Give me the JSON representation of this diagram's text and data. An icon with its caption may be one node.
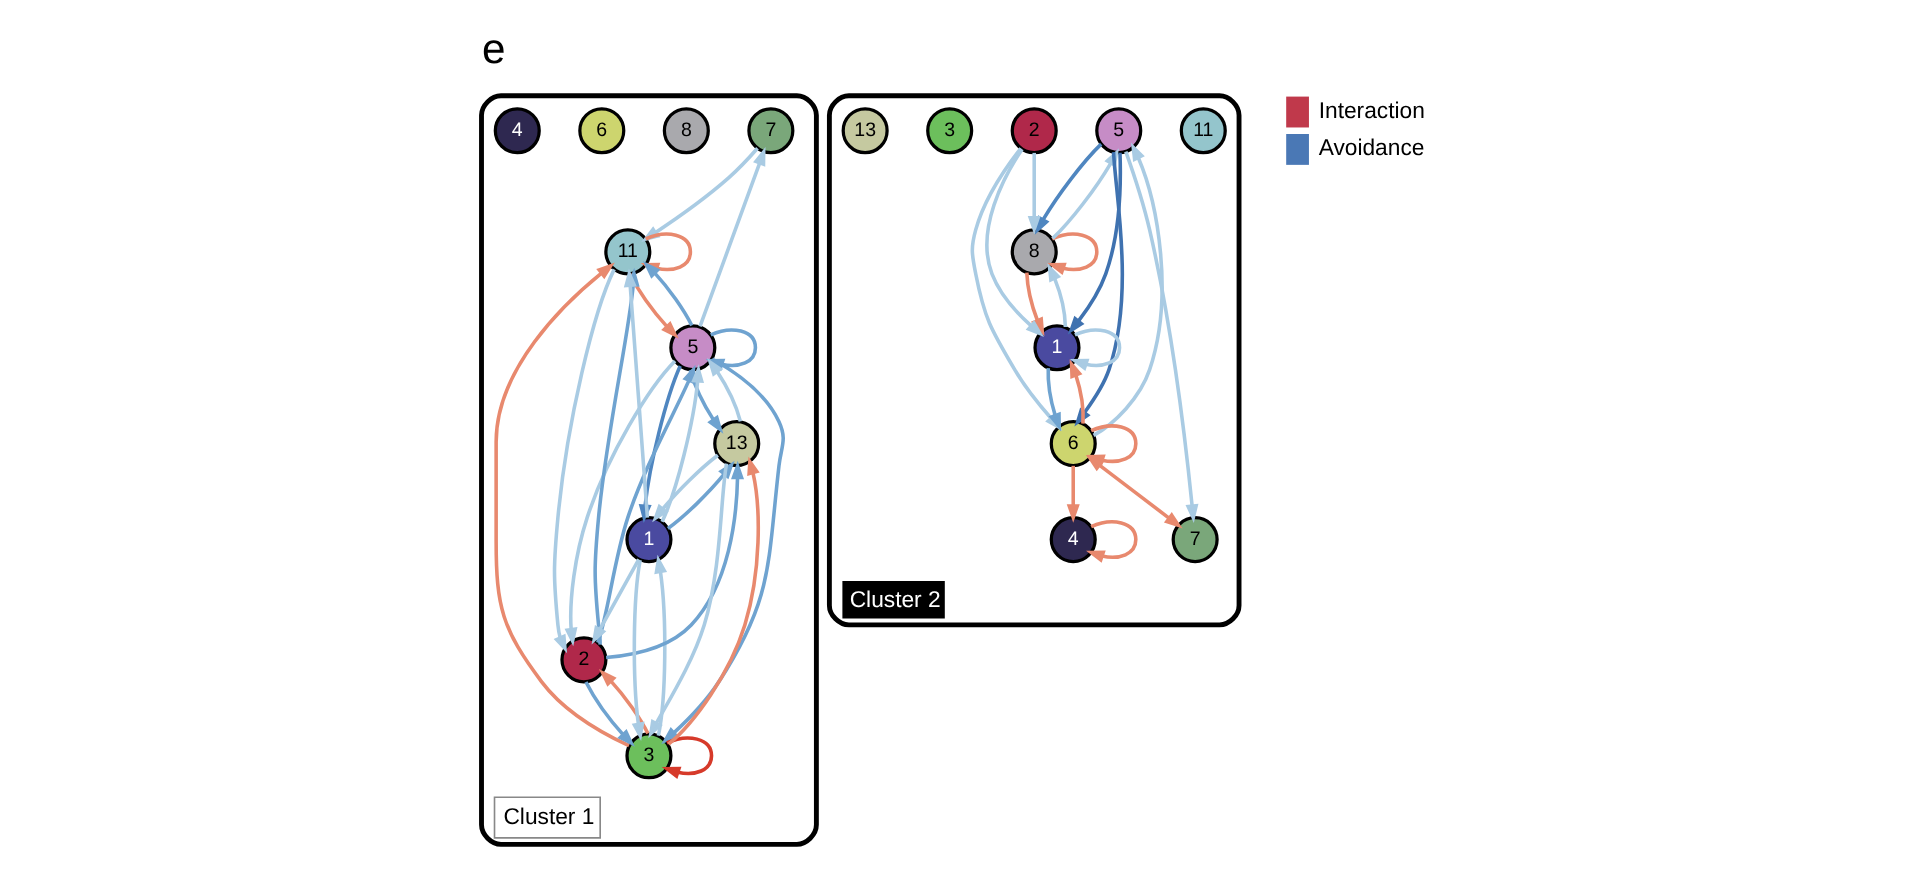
{
  "diagram": {
    "title": "e",
    "nodes": [
      {
        "text": [
          "Cluster 1"
        ]
      },
      {
        "text": [
          "7"
        ],
        "in": 0
      },
      {
        "text": [
          "11"
        ],
        "in": 0
      },
      {
        "text": [
          "8"
        ],
        "in": 0
      },
      {
        "text": [
          "5"
        ],
        "in": 0
      },
      {
        "text": [
          "3"
        ],
        "in": 0
      },
      {
        "text": [
          "6"
        ],
        "in": 0
      },
      {
        "text": [
          "2"
        ],
        "in": 0
      },
      {
        "text": [
          "4"
        ],
        "in": 0
      },
      {
        "text": [
          "1"
        ],
        "in": 0
      },
      {
        "text": [
          "13"
        ],
        "in": 0
      },
      {
        "text": [
          "Cluster 2"
        ]
      },
      {
        "text": [
          "7"
        ],
        "in": 11
      },
      {
        "text": [
          "11"
        ],
        "in": 11
      },
      {
        "text": [
          "8"
        ],
        "in": 11
      },
      {
        "text": [
          "5"
        ],
        "in": 11
      },
      {
        "text": [
          "6"
        ],
        "in": 11
      },
      {
        "text": [
          "2"
        ],
        "in": 11
      },
      {
        "text": [
          "3"
        ],
        "in": 11
      },
      {
        "text": [
          "4"
        ],
        "in": 11
      },
      {
        "text": [
          "1"
        ],
        "in": 11
      },
      {
        "text": [
          "13"
        ],
        "in": 11
      }
    ],
    "edges": [
      {
        "from": 1,
        "to": 2,
        "arrow": "to"
      },
      {
        "from": 4,
        "to": 1,
        "arrow": "to"
      },
      {
        "from": 4,
        "to": 2,
        "arrow": "to",
        "color": "#6fa3d0"
      },
      {
        "from": 2,
        "to": 4,
        "arrow": "to",
        "color": "#e8896e"
      },
      {
        "from": 2,
        "to": 2,
        "arrow": "to",
        "color": "#e8896e"
      },
      {
        "from": 4,
        "to": 4,
        "arrow": "to",
        "color": "#6fa3d0"
      },
      {
        "from": 4,
        "to": 5,
        "arrow": "to",
        "color": "#6fa3d0"
      },
      {
        "from": 4,
        "to": 10,
        "arrow": "to",
        "color": "#6fa3d0"
      },
      {
        "from": 4,
        "to": 9,
        "arrow": "to",
        "color": "#4f86c0"
      },
      {
        "from": 4,
        "to": 7,
        "arrow": "to"
      },
      {
        "from": 7,
        "to": 4,
        "arrow": "to",
        "color": "#6fa3d0"
      },
      {
        "from": 7,
        "to": 2,
        "arrow": "to",
        "color": "#6fa3d0"
      },
      {
        "from": 7,
        "to": 5,
        "arrow": "to",
        "color": "#6fa3d0"
      },
      {
        "from": 5,
        "to": 7,
        "arrow": "to",
        "color": "#e8896e"
      },
      {
        "from": 5,
        "to": 5,
        "arrow": "to",
        "color": "#d63a2a"
      },
      {
        "from": 5,
        "to": 2,
        "arrow": "to",
        "color": "#e8896e"
      },
      {
        "from": 5,
        "to": 10,
        "arrow": "to",
        "color": "#e8896e"
      },
      {
        "from": 7,
        "to": 10,
        "arrow": "to",
        "color": "#6fa3d0"
      },
      {
        "from": 2,
        "to": 7,
        "arrow": "to"
      },
      {
        "from": 9,
        "to": 2,
        "arrow": "to"
      },
      {
        "from": 9,
        "to": 4,
        "arrow": "to"
      },
      {
        "from": 9,
        "to": 7,
        "arrow": "to"
      },
      {
        "from": 9,
        "to": 5,
        "arrow": "to"
      },
      {
        "from": 9,
        "to": 10,
        "arrow": "to",
        "color": "#6fa3d0"
      },
      {
        "from": 10,
        "to": 9,
        "arrow": "to"
      },
      {
        "from": 10,
        "to": 5,
        "arrow": "to"
      },
      {
        "from": 5,
        "to": 9,
        "arrow": "to"
      },
      {
        "from": 10,
        "to": 4,
        "arrow": "to"
      },
      {
        "from": 14,
        "to": 14,
        "arrow": "to",
        "color": "#e8896e"
      },
      {
        "from": 14,
        "to": 15,
        "arrow": "to"
      },
      {
        "from": 15,
        "to": 14,
        "arrow": "to",
        "color": "#4f86c0"
      },
      {
        "from": 17,
        "to": 14,
        "arrow": "to"
      },
      {
        "from": 20,
        "to": 14,
        "arrow": "to"
      },
      {
        "from": 14,
        "to": 20,
        "arrow": "to",
        "color": "#e8896e"
      },
      {
        "from": 16,
        "to": 12,
        "arrow": "both",
        "color": "#e8896e"
      },
      {
        "from": 15,
        "to": 12,
        "arrow": "to"
      },
      {
        "from": 16,
        "to": 15,
        "arrow": "to"
      },
      {
        "from": 15,
        "to": 16,
        "arrow": "to",
        "color": "#3f72b0"
      },
      {
        "from": 15,
        "to": 20,
        "arrow": "to",
        "color": "#3f72b0"
      },
      {
        "from": 17,
        "to": 16,
        "arrow": "to"
      },
      {
        "from": 17,
        "to": 20,
        "arrow": "to"
      },
      {
        "from": 16,
        "to": 16,
        "arrow": "to",
        "color": "#e8896e"
      },
      {
        "from": 16,
        "to": 19,
        "arrow": "to",
        "color": "#e8896e"
      },
      {
        "from": 19,
        "to": 19,
        "arrow": "to",
        "color": "#e8896e"
      },
      {
        "from": 16,
        "to": 20,
        "arrow": "to",
        "color": "#e8896e"
      },
      {
        "from": 20,
        "to": 16,
        "arrow": "to",
        "color": "#6fa3d0"
      },
      {
        "from": 20,
        "to": 20,
        "arrow": "to"
      }
    ],
    "legend": [
      {
        "text": "Interaction",
        "color": "#c0394b"
      },
      {
        "text": "Avoidance",
        "color": "#4a78b5"
      }
    ]
  }
}
